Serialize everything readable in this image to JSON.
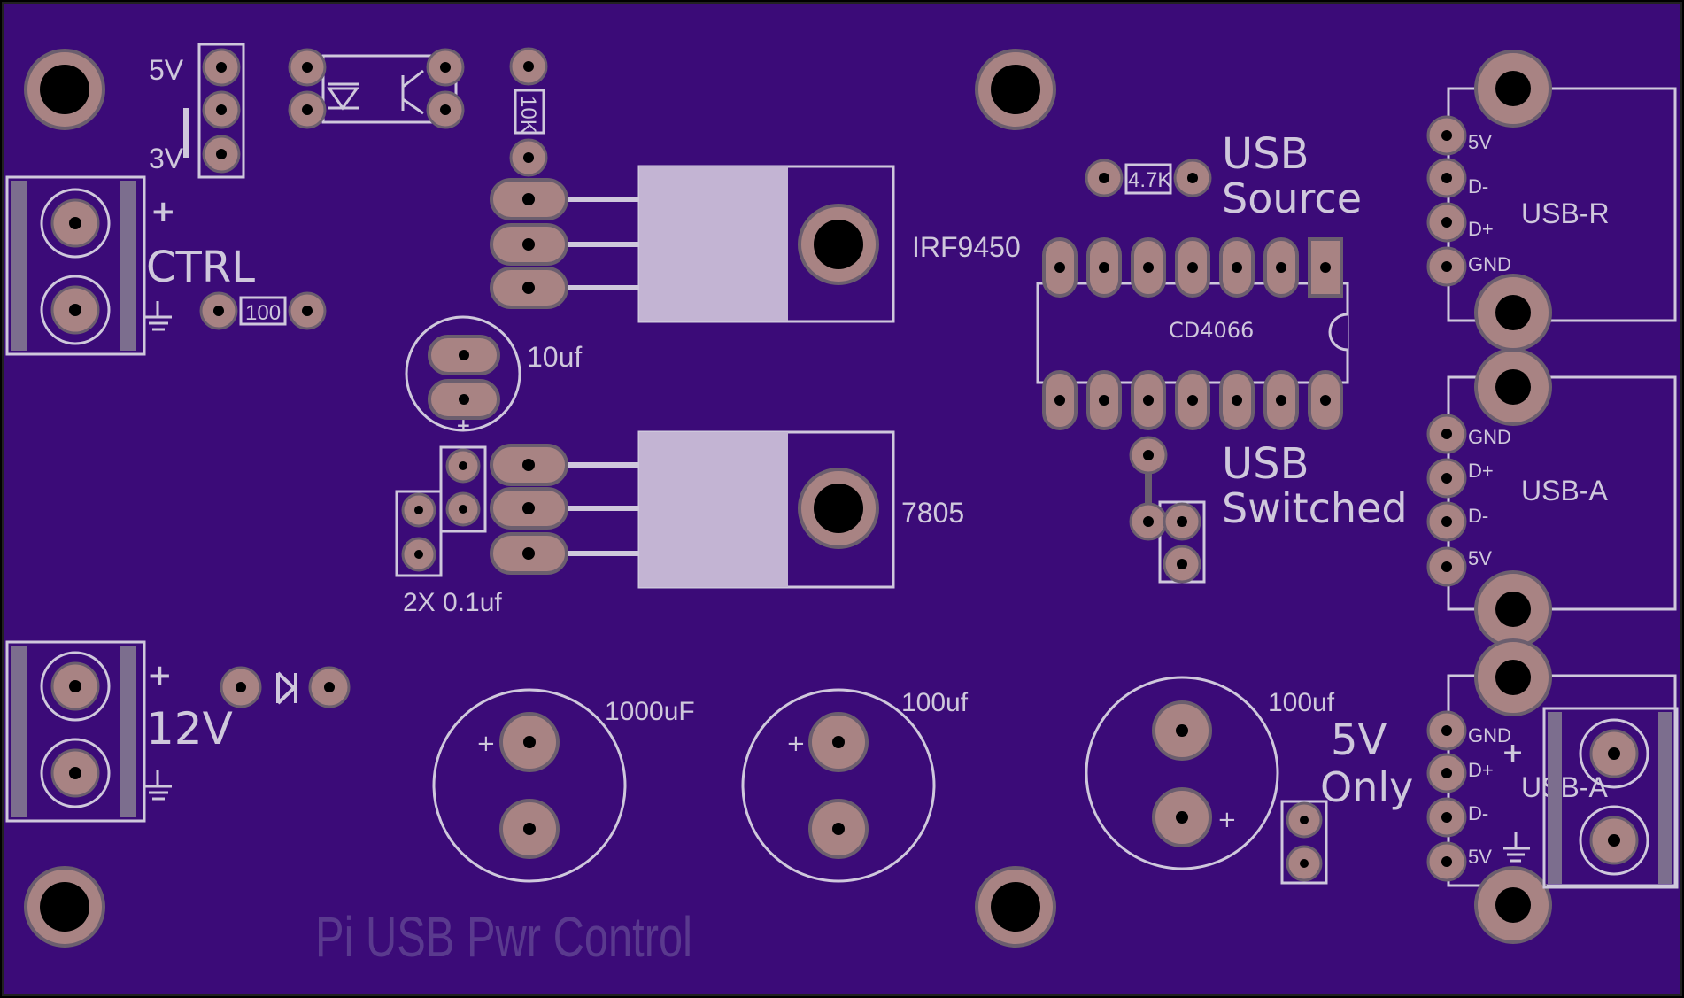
{
  "board": {
    "colors": {
      "substrate": "#3b0b78",
      "copper_pad": "#a88383",
      "pad_ring": "#6b5e6e",
      "silkscreen": "#cfc8dc",
      "hole": "#000000",
      "regulator_body": "#c3b4d3",
      "ghost_text": "#5a3a8e"
    },
    "labels": {
      "v5_header": "5V",
      "v3_header": "3V",
      "plus_ctrl": "+",
      "ctrl": "CTRL",
      "r100": "100",
      "r10k": "10K",
      "r47k": "4.7K",
      "usb_source_1": "USB",
      "usb_source_2": "Source",
      "irf9450": "IRF9450",
      "cap_10uf": "10uf",
      "cap_10uf_plus": "+",
      "reg_7805": "7805",
      "caps_2x01": "2X 0.1uf",
      "ic_cd4066": "CD4066",
      "usb_switched_1": "USB",
      "usb_switched_2": "Switched",
      "plus_12v": "+",
      "v12": "12V",
      "cap_1000uf": "1000uF",
      "cap_1000uf_plus": "+",
      "cap_100uf_a": "100uf",
      "cap_100uf_a_plus": "+",
      "cap_100uf_b": "100uf",
      "cap_100uf_b_plus": "+",
      "only_5v_1": "5V",
      "only_5v_2": "Only",
      "usb_r": "USB-R",
      "usb_r_5v": "5V",
      "usb_r_dm": "D-",
      "usb_r_dp": "D+",
      "usb_r_gnd": "GND",
      "usb_a1": "USB-A",
      "usb_a1_gnd": "GND",
      "usb_a1_dp": "D+",
      "usb_a1_dm": "D-",
      "usb_a1_5v": "5V",
      "usb_a2": "USB-A",
      "usb_a2_gnd": "GND",
      "usb_a2_dp": "D+",
      "usb_a2_dm": "D-",
      "usb_a2_5v": "5V",
      "usb_a2_plus": "+",
      "board_title": "Pi USB Pwr Control"
    },
    "icons": [
      "ground-symbol",
      "diode-symbol",
      "optocoupler-symbol",
      "mounting-hole"
    ]
  }
}
